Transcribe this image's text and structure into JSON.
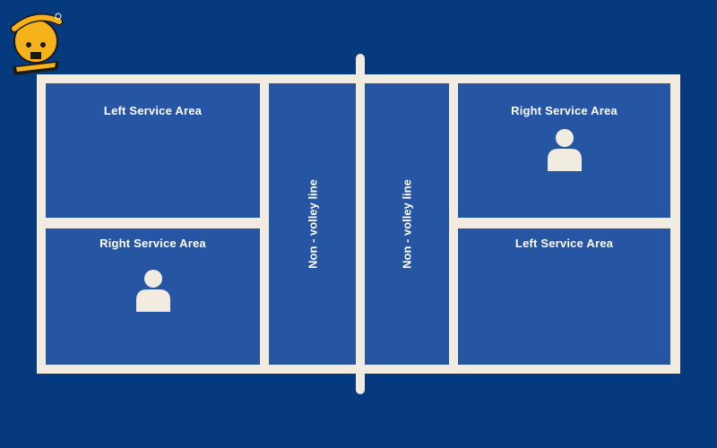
{
  "court": {
    "left_top_zone_label": "Left Service Area",
    "left_bottom_zone_label": "Right Service Area",
    "right_top_zone_label": "Right Service Area",
    "right_bottom_zone_label": "Left Service Area",
    "left_kitchen_label": "Non - volley line",
    "right_kitchen_label": "Non - volley line"
  },
  "colors": {
    "background": "#053a7e",
    "court_fill": "#2655a4",
    "court_lines": "#f1ebe0",
    "text": "#ffffff",
    "logo_yellow": "#f6b21a"
  },
  "icons": {
    "logo": "potato-logo",
    "player": "person-icon"
  }
}
